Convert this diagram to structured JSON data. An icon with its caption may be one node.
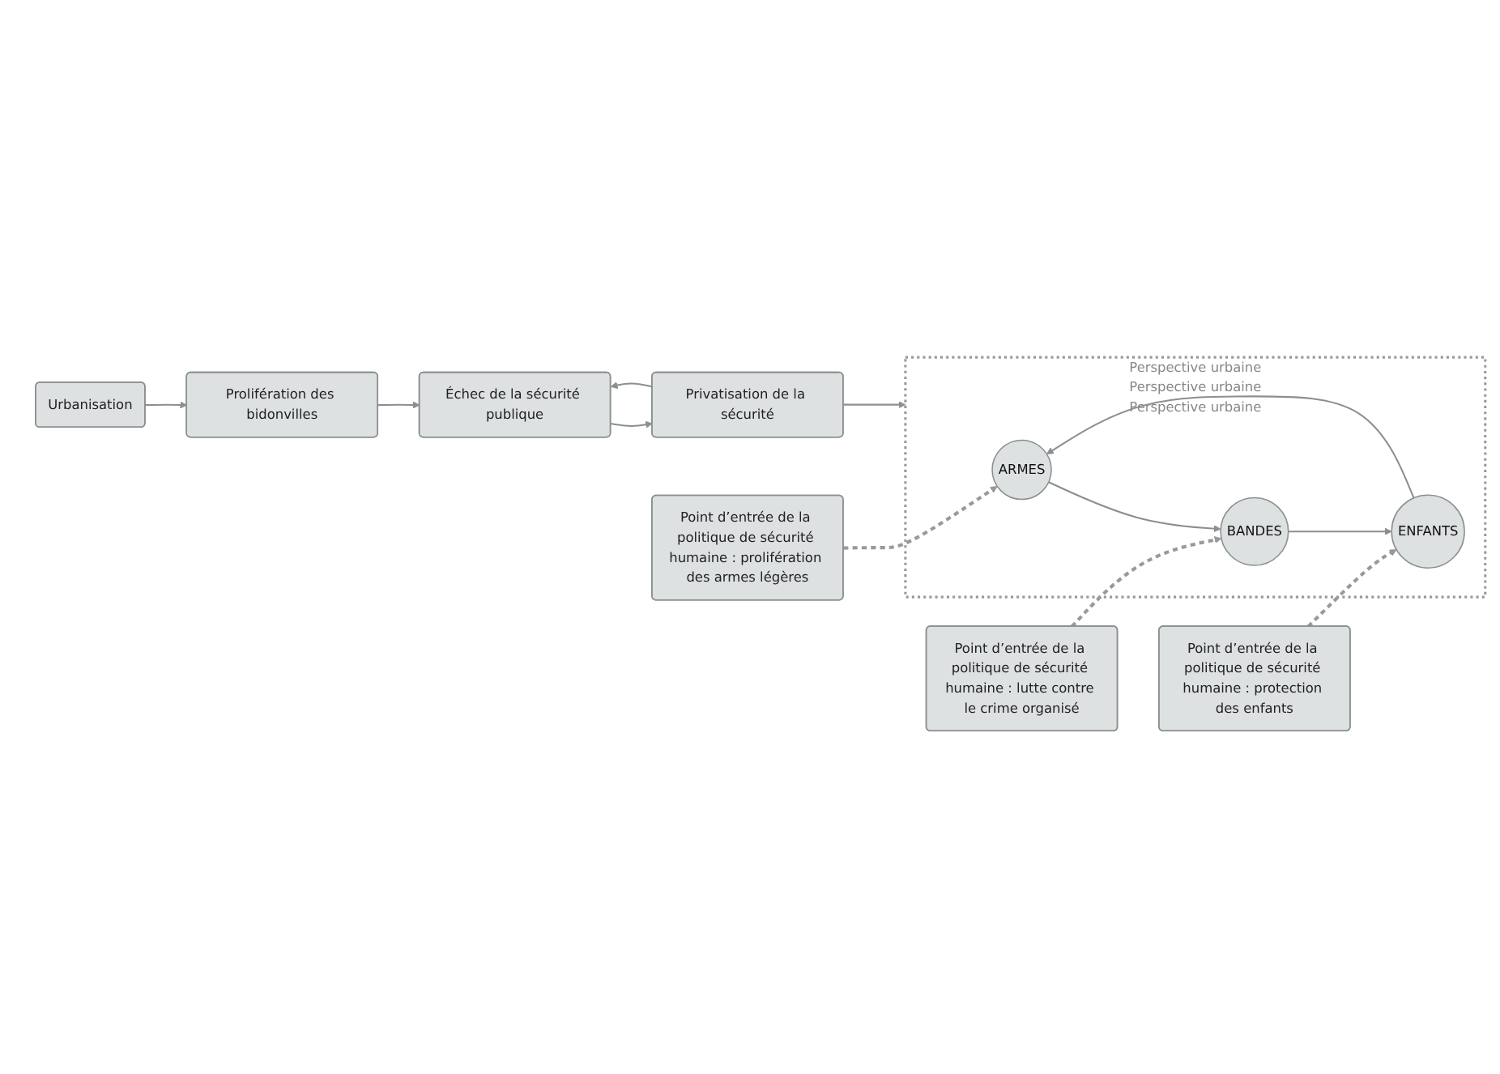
{
  "diagram": {
    "nodes": [
      {
        "text": [
          "Urbanisation"
        ]
      },
      {
        "text": [
          "Prolifération des bidonvilles"
        ]
      },
      {
        "text": [
          "Échec de la sécurité publique"
        ]
      },
      {
        "text": [
          "Privatisation de la sécurité"
        ]
      },
      {
        "text": [
          "Perspective urbaine",
          "Perspective urbaine",
          "Perspective urbaine"
        ]
      },
      {
        "text": [
          "ARMES"
        ],
        "in": 4
      },
      {
        "text": [
          "BANDES"
        ],
        "in": 4
      },
      {
        "text": [
          "ENFANTS"
        ],
        "in": 4
      },
      {
        "text": [
          "Point d’entrée de la politique de sécurité humaine : prolifération des armes légères"
        ]
      },
      {
        "text": [
          "Point d’entrée de la politique de sécurité humaine : lutte contre le crime organisé"
        ]
      },
      {
        "text": [
          "Point d’entrée de la politique de sécurité humaine : protection des enfants"
        ]
      }
    ],
    "edges": [
      {
        "from": 0,
        "to": 1,
        "arrow": "to"
      },
      {
        "from": 1,
        "to": 2,
        "arrow": "to"
      },
      {
        "from": 2,
        "to": 3,
        "arrow": "to"
      },
      {
        "from": 3,
        "to": 2,
        "arrow": "to"
      },
      {
        "from": 3,
        "to": 4,
        "arrow": "to"
      },
      {
        "from": 5,
        "to": 6,
        "arrow": "to"
      },
      {
        "from": 6,
        "to": 7,
        "arrow": "to"
      },
      {
        "from": 7,
        "to": 5,
        "arrow": "to"
      },
      {
        "from": 8,
        "to": 5,
        "arrow": "to",
        "style": "dashed"
      },
      {
        "from": 9,
        "to": 6,
        "arrow": "to",
        "style": "dashed"
      },
      {
        "from": 10,
        "to": 7,
        "arrow": "to",
        "style": "dashed"
      }
    ]
  }
}
